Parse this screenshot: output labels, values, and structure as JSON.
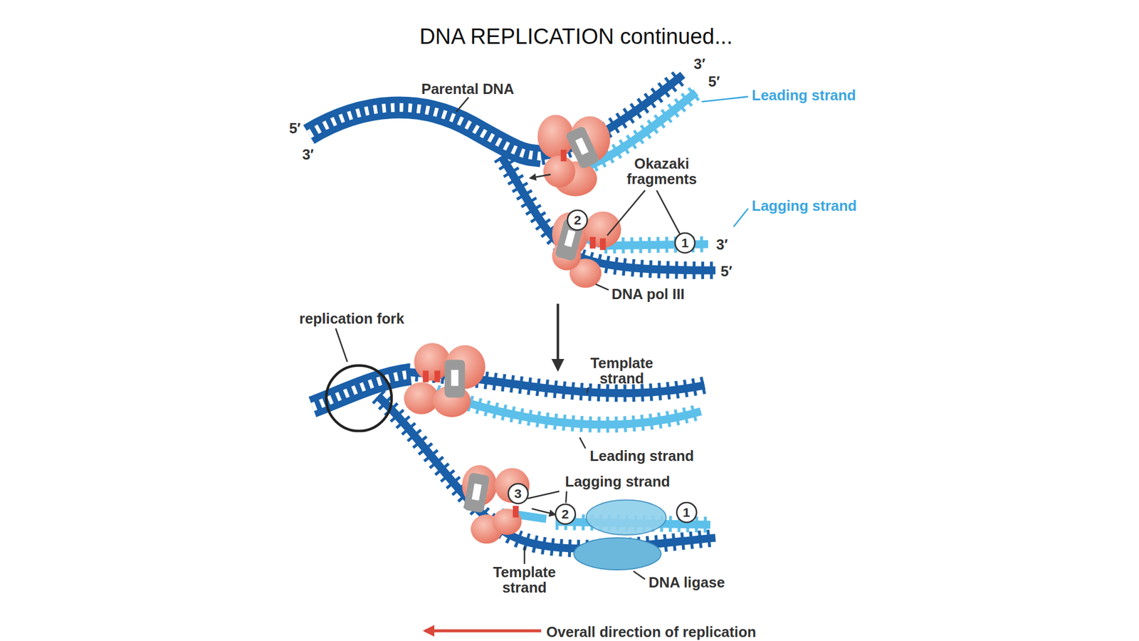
{
  "diagram": {
    "title": "DNA REPLICATION continued...",
    "nodes": [
      {
        "text": [
          "2"
        ]
      },
      {
        "text": [
          "1"
        ]
      },
      {
        "text": [
          "3"
        ]
      },
      {
        "text": [
          "2"
        ]
      },
      {
        "text": [
          "1"
        ]
      }
    ],
    "labels": [
      "3′",
      "5′",
      "Leading strand",
      "Parental DNA",
      "5′",
      "3′",
      "Okazaki fragments",
      "Lagging strand",
      "3′",
      "5′",
      "DNA pol III",
      "replication fork",
      "Template strand",
      "Leading strand",
      "Lagging strand",
      "Template strand",
      "DNA ligase",
      "Overall direction of replication"
    ]
  }
}
